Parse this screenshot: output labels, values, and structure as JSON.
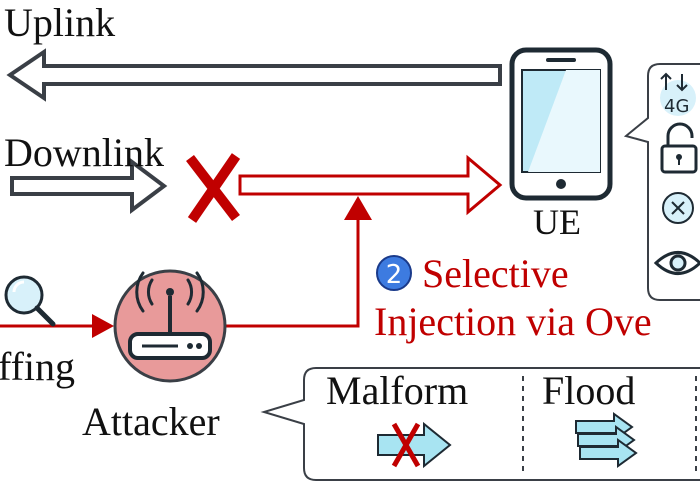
{
  "labels": {
    "uplink": "Uplink",
    "downlink": "Downlink",
    "ue": "UE",
    "attacker": "Attacker",
    "sniffing": "ffing",
    "step_number": "2",
    "step_line1": "Selective",
    "step_line2": "Injection via Ove",
    "malform": "Malform",
    "flood": "Flood",
    "net_4g": "4G"
  },
  "colors": {
    "link_stroke": "#3a3f46",
    "attack_red": "#c00000",
    "phone_screen": "#bfeaf7",
    "router_fill": "#e89a9a",
    "step_badge": "#3d7be0",
    "packet_fill": "#a8e4f2"
  },
  "icons": [
    "search-icon",
    "router-icon",
    "phone-icon",
    "blocked-x-icon",
    "network-4g-icon",
    "lock-open-icon",
    "cancel-circle-icon",
    "eye-icon",
    "malformed-packet-icon",
    "flood-packets-icon"
  ]
}
